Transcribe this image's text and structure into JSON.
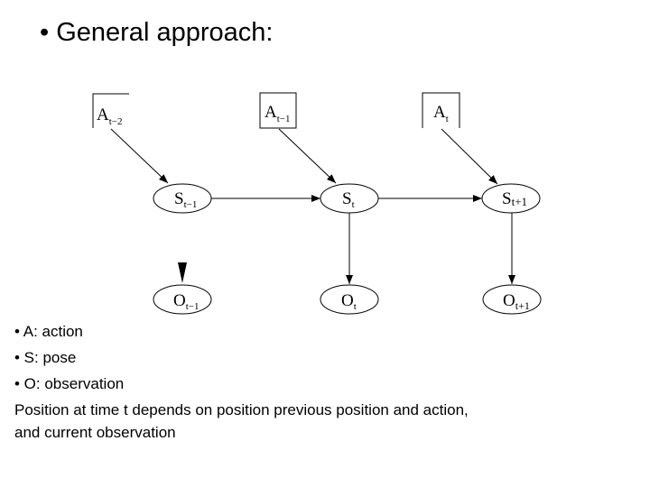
{
  "title": "• General approach:",
  "diagram": {
    "actions": [
      {
        "base": "A",
        "sub": "t−2"
      },
      {
        "base": "A",
        "sub": "t−1"
      },
      {
        "base": "A",
        "sub": "t"
      }
    ],
    "states": [
      {
        "base": "S",
        "sub": "t−1"
      },
      {
        "base": "S",
        "sub": "t"
      },
      {
        "base": "S",
        "sub": "t+1"
      }
    ],
    "observations": [
      {
        "base": "O",
        "sub": "t−1"
      },
      {
        "base": "O",
        "sub": "t"
      },
      {
        "base": "O",
        "sub": "t+1"
      }
    ]
  },
  "bullets": [
    "• A: action",
    "• S: pose",
    "• O: observation"
  ],
  "body": [
    "Position at time t depends on position previous position and action,",
    "and current observation"
  ]
}
